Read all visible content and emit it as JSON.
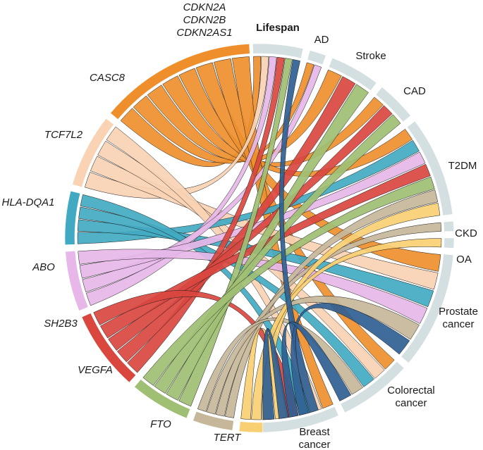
{
  "genes": [
    {
      "id": "cdkn2",
      "label_lines": [
        "CDKN2A",
        "CDKN2B",
        "CDKN2AS1"
      ],
      "color": "#ef8f2c"
    },
    {
      "id": "casc8",
      "label_lines": [
        "CASC8"
      ],
      "color": "#f9d3b3"
    },
    {
      "id": "tcf7l2",
      "label_lines": [
        "TCF7L2"
      ],
      "color": "#41aac2"
    },
    {
      "id": "hla",
      "label_lines": [
        "HLA-DQA1"
      ],
      "color": "#e6b7e8"
    },
    {
      "id": "abo",
      "label_lines": [
        "ABO"
      ],
      "color": "#d9473f"
    },
    {
      "id": "sh2b3",
      "label_lines": [
        "SH2B3"
      ],
      "color": "#9fbf73"
    },
    {
      "id": "vegfa",
      "label_lines": [
        "VEGFA"
      ],
      "color": "#c7b79a"
    },
    {
      "id": "fto",
      "label_lines": [
        "FTO"
      ],
      "color": "#f8cf72"
    },
    {
      "id": "tert",
      "label_lines": [
        "TERT"
      ],
      "color": "#2f5f93"
    }
  ],
  "traits": [
    {
      "id": "lifespan",
      "label_lines": [
        "Lifespan"
      ]
    },
    {
      "id": "ad",
      "label_lines": [
        "AD"
      ]
    },
    {
      "id": "stroke",
      "label_lines": [
        "Stroke"
      ]
    },
    {
      "id": "cad",
      "label_lines": [
        "CAD"
      ]
    },
    {
      "id": "t2dm",
      "label_lines": [
        "T2DM"
      ]
    },
    {
      "id": "ckd",
      "label_lines": [
        "CKD"
      ]
    },
    {
      "id": "oa",
      "label_lines": [
        "OA"
      ]
    },
    {
      "id": "prostate",
      "label_lines": [
        "Prostate",
        "cancer"
      ]
    },
    {
      "id": "colorectal",
      "label_lines": [
        "Colorectal",
        "cancer"
      ]
    },
    {
      "id": "breast",
      "label_lines": [
        "Breast",
        "cancer"
      ]
    }
  ],
  "trait_color": "#d4dfe2",
  "links": [
    [
      "cdkn2",
      "lifespan"
    ],
    [
      "cdkn2",
      "ad"
    ],
    [
      "cdkn2",
      "stroke"
    ],
    [
      "cdkn2",
      "cad"
    ],
    [
      "cdkn2",
      "t2dm"
    ],
    [
      "cdkn2",
      "prostate"
    ],
    [
      "cdkn2",
      "colorectal"
    ],
    [
      "cdkn2",
      "breast"
    ],
    [
      "casc8",
      "lifespan"
    ],
    [
      "casc8",
      "prostate"
    ],
    [
      "casc8",
      "colorectal"
    ],
    [
      "casc8",
      "breast"
    ],
    [
      "tcf7l2",
      "t2dm"
    ],
    [
      "tcf7l2",
      "prostate"
    ],
    [
      "tcf7l2",
      "colorectal"
    ],
    [
      "tcf7l2",
      "breast"
    ],
    [
      "hla",
      "lifespan"
    ],
    [
      "hla",
      "ad"
    ],
    [
      "hla",
      "t2dm"
    ],
    [
      "hla",
      "prostate"
    ],
    [
      "abo",
      "lifespan"
    ],
    [
      "abo",
      "stroke"
    ],
    [
      "abo",
      "cad"
    ],
    [
      "abo",
      "t2dm"
    ],
    [
      "abo",
      "breast"
    ],
    [
      "sh2b3",
      "lifespan"
    ],
    [
      "sh2b3",
      "stroke"
    ],
    [
      "sh2b3",
      "cad"
    ],
    [
      "sh2b3",
      "t2dm"
    ],
    [
      "vegfa",
      "t2dm"
    ],
    [
      "vegfa",
      "ckd"
    ],
    [
      "vegfa",
      "prostate"
    ],
    [
      "vegfa",
      "colorectal"
    ],
    [
      "fto",
      "t2dm"
    ],
    [
      "fto",
      "oa"
    ],
    [
      "fto",
      "breast"
    ],
    [
      "tert",
      "lifespan"
    ],
    [
      "tert",
      "prostate"
    ],
    [
      "tert",
      "colorectal"
    ],
    [
      "tert",
      "breast"
    ]
  ]
}
